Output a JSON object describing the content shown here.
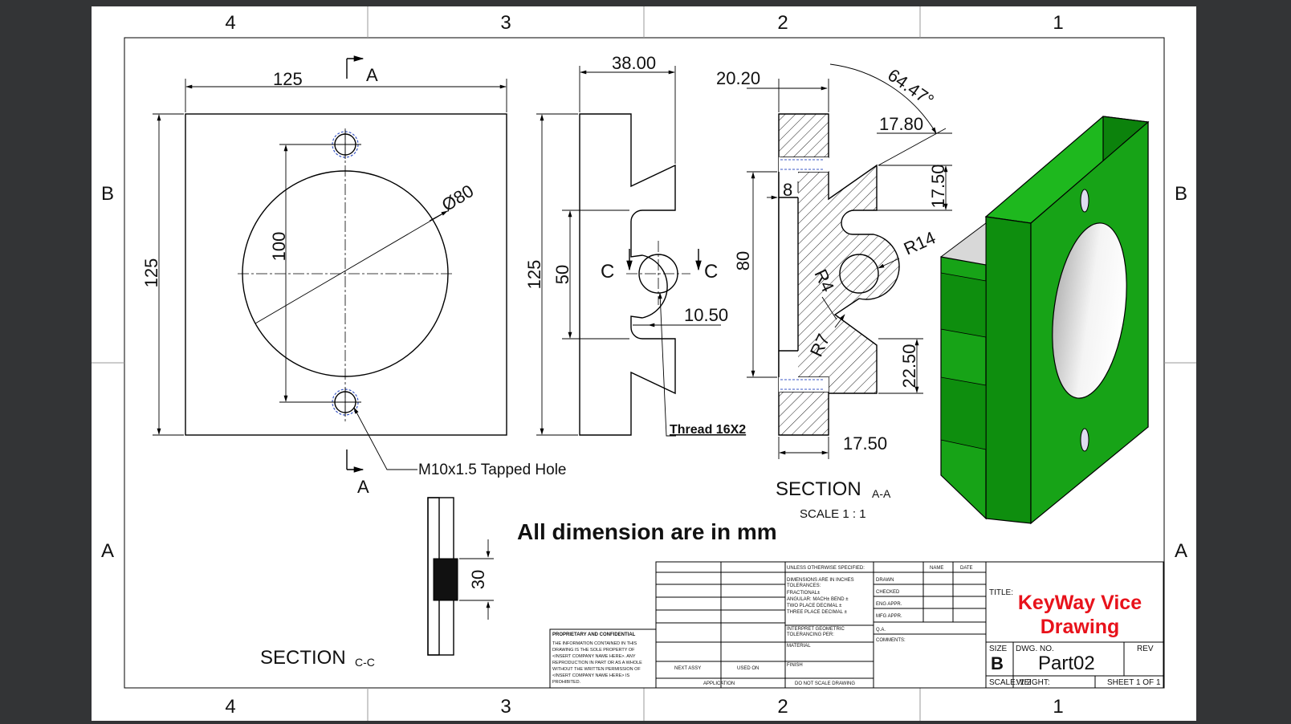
{
  "zones": {
    "columns": [
      "4",
      "3",
      "2",
      "1"
    ],
    "rows": [
      "B",
      "A"
    ]
  },
  "front_view": {
    "width": "125",
    "height": "125",
    "diameter": "Ø80",
    "hole_spacing": "100",
    "section_label": "A",
    "hole_callout": "M10x1.5 Tapped Hole"
  },
  "side_view": {
    "depth": "38.00",
    "height": "125",
    "slot": "50",
    "section_label": "C",
    "slot_width": "10.50",
    "thread_callout": "Thread 16X2"
  },
  "section_aa": {
    "offset": "20.20",
    "angle": "64.47°",
    "d1": "17.80",
    "d2": "17.50",
    "wall": "8",
    "height": "80",
    "radius_large": "R14",
    "radius_small": "R4",
    "radius_mid": "R7",
    "d3": "22.50",
    "d4": "17.50",
    "title": "SECTION",
    "title_suffix": "A-A",
    "scale": "SCALE 1 : 1"
  },
  "section_cc": {
    "dim": "30",
    "title": "SECTION",
    "title_suffix": "C-C"
  },
  "note": "All dimension are in mm",
  "title_block": {
    "unless": "UNLESS OTHERWISE SPECIFIED:",
    "name": "NAME",
    "date": "DATE",
    "dims_in": "DIMENSIONS ARE IN INCHES",
    "tolerances": "TOLERANCES:",
    "fractional": "FRACTIONAL±",
    "angular": "ANGULAR: MACH±   BEND ±",
    "two_place": "TWO PLACE DECIMAL   ±",
    "three_place": "THREE PLACE DECIMAL  ±",
    "interpret": "INTERPRET GEOMETRIC",
    "tolerancing": "TOLERANCING PER:",
    "material": "MATERIAL",
    "finish": "FINISH",
    "do_not_scale": "DO NOT SCALE DRAWING",
    "drawn": "DRAWN",
    "checked": "CHECKED",
    "eng_appr": "ENG APPR.",
    "mfg_appr": "MFG APPR.",
    "qa": "Q.A.",
    "comments": "COMMENTS:",
    "next_assy": "NEXT ASSY",
    "used_on": "USED ON",
    "application": "APPLICATION",
    "proprietary": "PROPRIETARY AND CONFIDENTIAL",
    "prop_lines": [
      "THE INFORMATION CONTAINED IN THIS",
      "DRAWING IS THE SOLE PROPERTY OF",
      "<INSERT COMPANY NAME HERE>. ANY",
      "REPRODUCTION IN PART OR AS A WHOLE",
      "WITHOUT THE WRITTEN PERMISSION OF",
      "<INSERT COMPANY NAME HERE> IS",
      "PROHIBITED."
    ],
    "title_label": "TITLE:",
    "title_line1": "KeyWay Vice",
    "title_line2": "Drawing",
    "size_label": "SIZE",
    "size": "B",
    "dwg_no_label": "DWG.  NO.",
    "dwg_no": "Part02",
    "rev_label": "REV",
    "scale": "SCALE: 1:2",
    "weight": "WEIGHT:",
    "sheet": "SHEET 1 OF 1"
  },
  "colors": {
    "title_red": "#e8121b",
    "part_green": "#17a317",
    "part_dark_green": "#0d8a0d",
    "part_red": "#e51515"
  }
}
